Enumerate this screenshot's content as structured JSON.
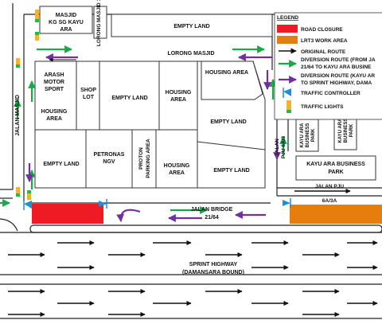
{
  "colors": {
    "closure": "#ee1b24",
    "work_area": "#e57d0f",
    "green_arrow": "#1aa84a",
    "purple_arrow": "#7030a0",
    "black_arrow": "#111111",
    "signal_green": "#2fb34f",
    "signal_amber": "#f2b233",
    "controller_blue": "#1e8ed6",
    "legend_bg": "#ffffff"
  },
  "blocks": {
    "masjid": [
      "MASJID",
      "KG SG KAYU",
      "ARA"
    ],
    "lorong_masjid_1": [
      "LORONG",
      "MASJID 1"
    ],
    "empty_land_top": "EMPTY LAND",
    "arash": [
      "ARASH",
      "MOTOR",
      "SPORT"
    ],
    "housing_left": [
      "HOUSING",
      "AREA"
    ],
    "shop_lot": [
      "SHOP",
      "LOT"
    ],
    "empty_land_center": "EMPTY LAND",
    "housing_mid": [
      "HOUSING",
      "AREA"
    ],
    "housing_top_right": "HOUSING AREA",
    "empty_land_right": "EMPTY LAND",
    "empty_land_left": "EMPTY LAND",
    "petronas": [
      "PETRONAS",
      "NGV"
    ],
    "proton": [
      "PROTON",
      "PARKING AREA"
    ],
    "housing_low": [
      "HOUSING",
      "AREA"
    ],
    "empty_land_low": "EMPTY LAND",
    "kayu_ara_bp_1": [
      "KAYU ARA",
      "BUSINESS",
      "PARK"
    ],
    "kayu_ara_bp_2": [
      "KAYU ARA",
      "BUSINESS",
      "PARK"
    ],
    "kayu_ara_bp_3": [
      "KAYU ARA BUSINESS",
      "PARK"
    ]
  },
  "roads": {
    "lorong_masjid": "LORONG MASJID",
    "jalan_masjid": "JALAN MASJID",
    "jalan_pju_6a3": [
      "JALAN",
      "PJU 6A/3"
    ],
    "jalan_pju_6a3a": [
      "JALAN PJU",
      "6A/3A"
    ],
    "jalan_bridge": [
      "JALAN BRIDGE",
      "21/64"
    ],
    "sprint_highway": [
      "SPRINT HIGHWAY",
      "(DAMANSARA BOUND)"
    ]
  },
  "legend": {
    "title": "LEGEND",
    "items": [
      {
        "kind": "closure",
        "label": "ROAD CLOSURE"
      },
      {
        "kind": "work",
        "label": "LRT3 WORK AREA"
      },
      {
        "kind": "original",
        "label": "ORIGINAL ROUTE"
      },
      {
        "kind": "diversion_green",
        "label": [
          "DIVERSION ROUTE (FROM JA",
          "21/64 TO KAYU ARA BUSINE"
        ]
      },
      {
        "kind": "diversion_purple",
        "label": [
          "DIVERSION ROUTE (KAYU AR",
          "TO SPRINT HIGHWAY, DAMA"
        ]
      },
      {
        "kind": "controller",
        "label": "TRAFFIC CONTROLLER"
      },
      {
        "kind": "lights",
        "label": "TRAFFIC LIGHTS"
      }
    ]
  }
}
